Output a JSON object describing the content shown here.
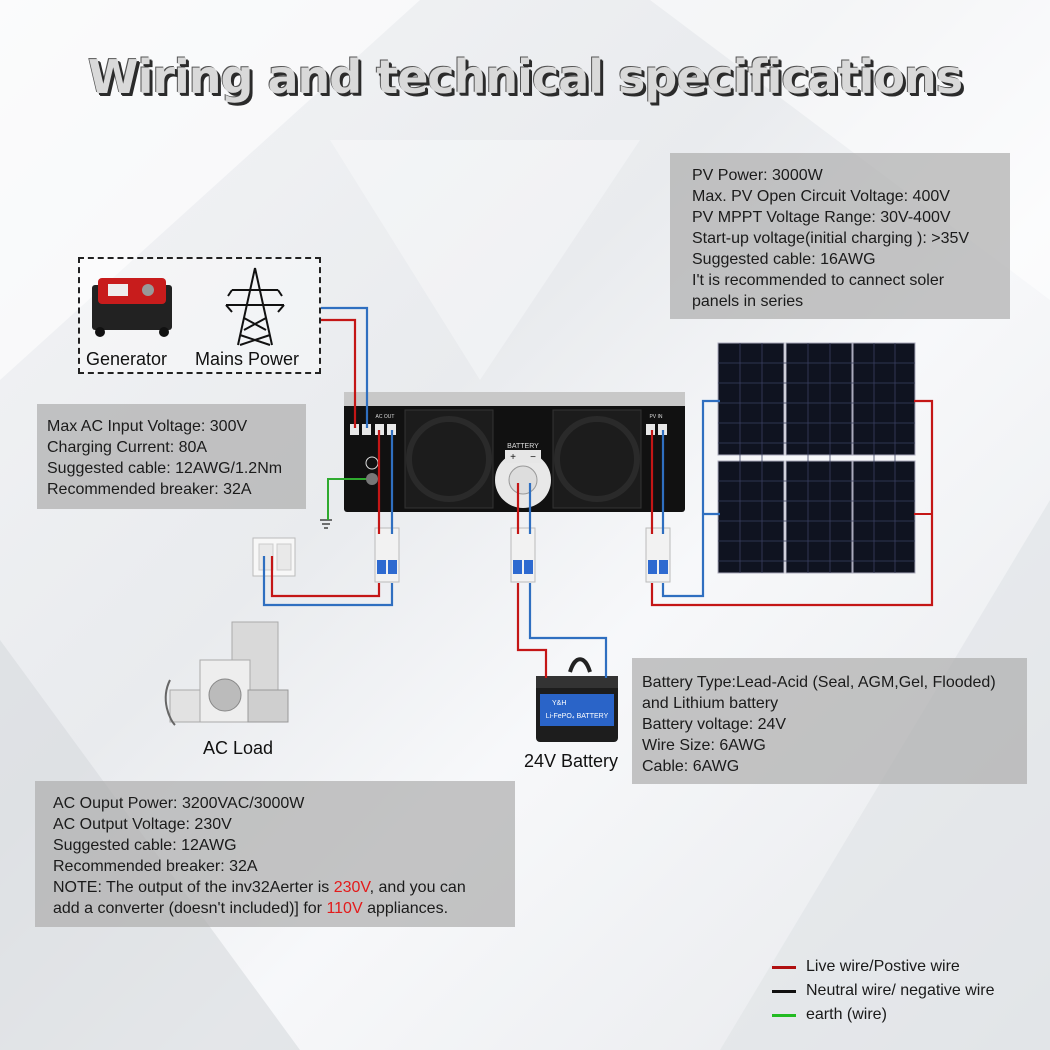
{
  "title": "Wiring and technical specifications",
  "labels": {
    "generator": "Generator",
    "mains": "Mains Power",
    "ac_load": "AC Load",
    "battery": "24V Battery",
    "inverter_battery": "BATTERY",
    "inverter_acout": "AC OUT",
    "inverter_pvin": "PV IN",
    "battery_brand": "Y&H",
    "battery_model": "Li-FePO₄ BATTERY"
  },
  "pv_box": {
    "lines": [
      "PV Power: 3000W",
      "Max.   PV Open Circuit Voltage: 400V",
      "PV MPPT Voltage Range: 30V-400V",
      "Start-up voltage(initial charging ): >35V",
      "Suggested cable: 16AWG",
      "I't is recommended to cannect soler",
      "panels in series"
    ]
  },
  "ac_input_box": {
    "lines": [
      "Max AC Input Voltage: 300V",
      "Charging Current: 80A",
      "Suggested cable: 12AWG/1.2Nm",
      "Recommended breaker: 32A"
    ]
  },
  "battery_box": {
    "lines": [
      "Battery Type:Lead-Acid (Seal, AGM,Gel, Flooded)",
      "and Lithium battery",
      "Battery voltage: 24V",
      "Wire Size: 6AWG",
      "Cable: 6AWG"
    ]
  },
  "ac_output_box": {
    "lines": [
      "AC Ouput Power: 3200VAC/3000W",
      "AC Output Voltage: 230V",
      "Suggested cable: 12AWG",
      "Recommended breaker: 32A"
    ],
    "note_a": "NOTE: The output of the inv32Aerter is ",
    "note_v1": "230V",
    "note_b": ", and you can",
    "note_c": "add a converter (doesn't included)] for ",
    "note_v2": "110V",
    "note_d": " appliances."
  },
  "legend": [
    {
      "label": "Live wire/Postive wire",
      "color": "#b01010"
    },
    {
      "label": "Neutral wire/ negative wire",
      "color": "#111111"
    },
    {
      "label": "earth (wire)",
      "color": "#22bb22"
    }
  ],
  "colors": {
    "live": "#c41616",
    "neutral": "#2f6fc0",
    "earth": "#2faa2f"
  }
}
